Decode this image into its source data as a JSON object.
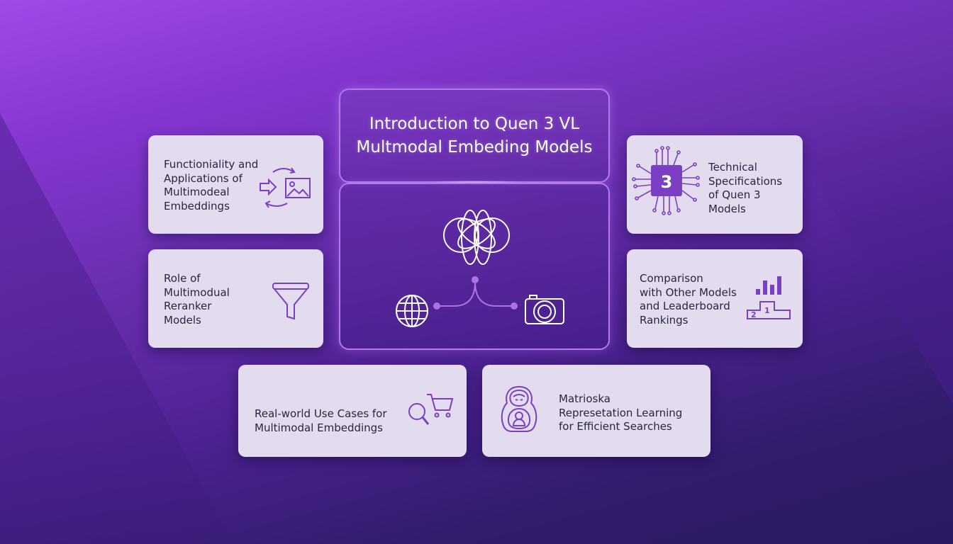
{
  "central": {
    "title_line1": "Introduction to Quen 3 VL",
    "title_line2": "Multmodal Embeding Models",
    "hub_icons": [
      "brain-flower-icon",
      "globe-icon",
      "camera-icon"
    ]
  },
  "cards": [
    {
      "id": "functionality",
      "lines": [
        "Functioniality and",
        "Applications of",
        "Multimodeal",
        "Embeddings"
      ],
      "icon": "arrow-to-image-cycle-icon"
    },
    {
      "id": "reranker",
      "lines": [
        "Role of",
        "Multimodual",
        "Reranker",
        "Models"
      ],
      "icon": "funnel-icon"
    },
    {
      "id": "technical",
      "lines": [
        "Technical",
        "Specifications",
        "of Quen 3",
        "Models"
      ],
      "icon": "chip-3-icon",
      "chip_label": "3"
    },
    {
      "id": "comparison",
      "lines": [
        "Comparison",
        "with Other Models",
        "and Leaderboard",
        "Rankings"
      ],
      "icon": "podium-bar-chart-icon",
      "podium_labels": [
        "2",
        "1"
      ]
    },
    {
      "id": "usecases",
      "lines": [
        "Real-world Use Cases for",
        "Multimodal Embeddings"
      ],
      "icon": "search-cart-icon"
    },
    {
      "id": "matrioska",
      "lines": [
        "Matrioska",
        "Represetation Learning",
        "for Efficient Searches"
      ],
      "icon": "matryoshka-doll-icon"
    }
  ],
  "colors": {
    "accent": "#7b3fc4",
    "card_bg": "#e3dcef",
    "card_text": "#2a2540",
    "outline": "#b07ae8",
    "bg_top": "#a04ae8",
    "bg_bottom": "#2a1a60"
  }
}
